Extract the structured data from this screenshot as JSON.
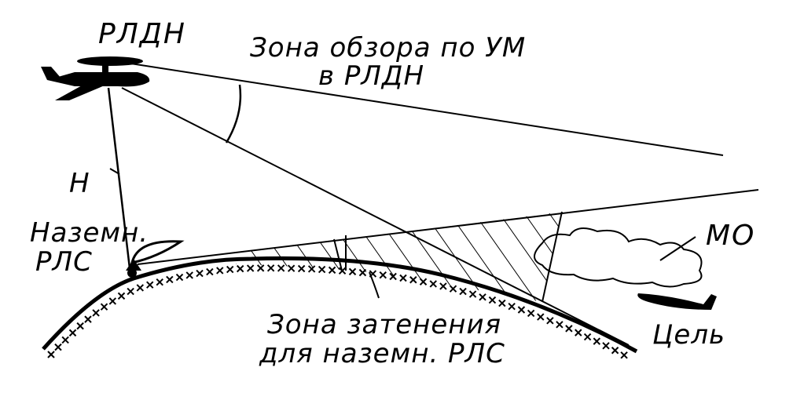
{
  "labels": {
    "rldn": "РЛДН",
    "zone_view_line1": "Зона обзора по УМ",
    "zone_view_line2": "в РЛДН",
    "height": "Н",
    "ground_radar_line1": "Наземн.",
    "ground_radar_line2": "РЛС",
    "mo": "МО",
    "shadow_zone_line1": "Зона затенения",
    "shadow_zone_line2": "для наземн. РЛС",
    "target": "Цель"
  },
  "icons": {
    "aircraft": "aewc-aircraft-icon",
    "radar": "ground-radar-icon",
    "cloud": "cloud-icon",
    "target": "target-aircraft-icon"
  },
  "colors": {
    "ink": "#000000",
    "background": "#ffffff"
  }
}
